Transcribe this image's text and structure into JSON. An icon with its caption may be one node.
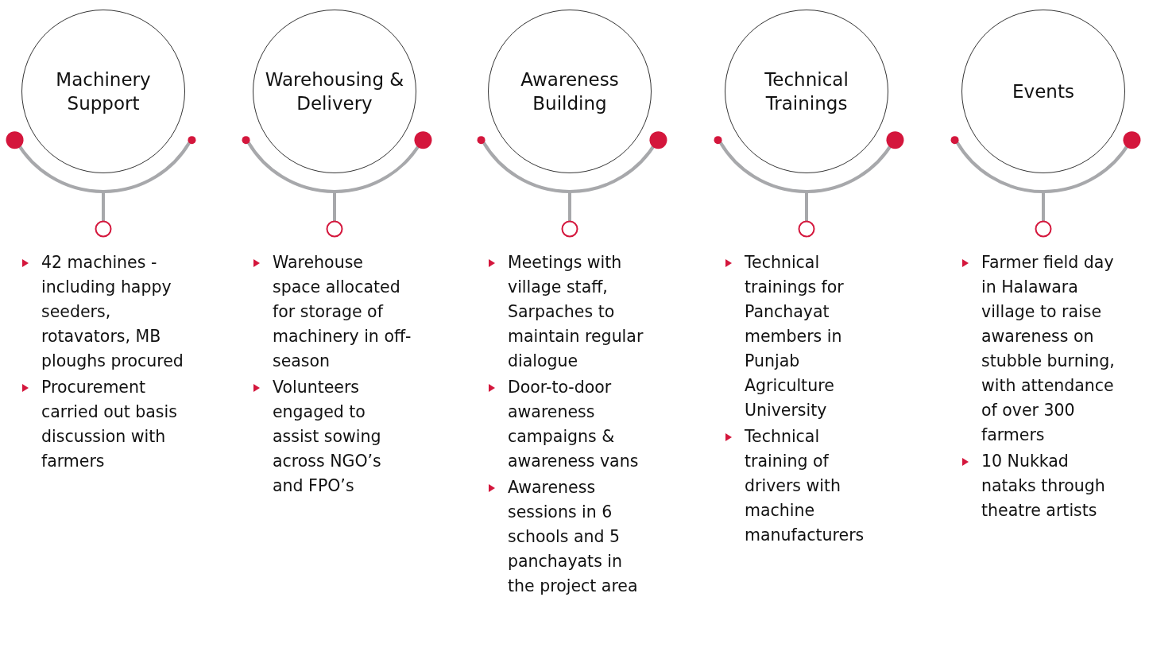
{
  "diagram": {
    "nodes": [
      {
        "text": [
          "Machinery Support"
        ],
        "beside": [
          "42 machines - including happy seeders, rotavators, MB ploughs procured",
          "Procurement carried out basis discussion with farmers"
        ]
      },
      {
        "text": [
          "Warehousing & Delivery"
        ],
        "beside": [
          "Warehouse space allocated for storage of machinery in off-season",
          "Volunteers engaged to assist sowing across NGO’s and FPO’s"
        ]
      },
      {
        "text": [
          "Awareness Building"
        ],
        "beside": [
          "Meetings with village staff, Sarpaches to maintain regular dialogue",
          "Door-to-door awareness campaigns & awareness vans",
          "Awareness sessions in 6 schools and 5 panchayats in the project area"
        ]
      },
      {
        "text": [
          "Technical Trainings"
        ],
        "beside": [
          "Technical trainings for Panchayat members in Punjab Agriculture University",
          "Technical training of drivers with machine manufacturers"
        ]
      },
      {
        "text": [
          "Events"
        ],
        "beside": [
          "Farmer field day in Halawara village to raise awareness on stubble burning, with attendance of over 300 farmers",
          "10 Nukkad nataks through theatre artists"
        ]
      }
    ]
  }
}
